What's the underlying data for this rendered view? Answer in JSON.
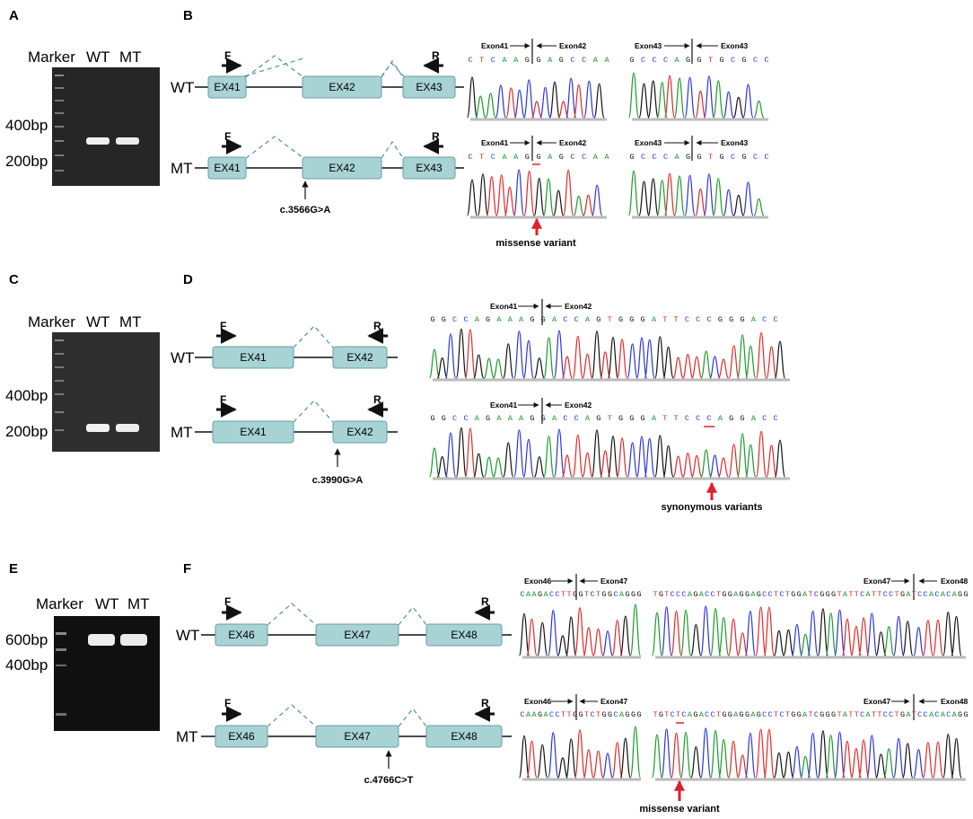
{
  "panels": {
    "A": {
      "label": "A",
      "gel_header": {
        "marker": "Marker",
        "wt": "WT",
        "mt": "MT"
      },
      "ladder_labels": {
        "upper": "400bp",
        "lower": "200bp"
      }
    },
    "B": {
      "label": "B",
      "rows": [
        "WT",
        "MT"
      ],
      "primers": {
        "forward": "F",
        "reverse": "R"
      },
      "exons": [
        "EX41",
        "EX42",
        "EX43"
      ],
      "mutation": "c.3566G>A",
      "junctions": {
        "left": {
          "a": "Exon41",
          "b": "Exon42"
        },
        "right": {
          "a": "Exon43",
          "b": "Exon43"
        }
      },
      "sequences": {
        "left": "CTCAAGGAGCCAA",
        "right": "GCCCAGGTGCGCC"
      },
      "variant_label": "missense variant"
    },
    "C": {
      "label": "C",
      "gel_header": {
        "marker": "Marker",
        "wt": "WT",
        "mt": "MT"
      },
      "ladder_labels": {
        "upper": "400bp",
        "lower": "200bp"
      }
    },
    "D": {
      "label": "D",
      "rows": [
        "WT",
        "MT"
      ],
      "primers": {
        "forward": "F",
        "reverse": "R"
      },
      "exons": [
        "EX41",
        "EX42"
      ],
      "mutation": "c.3990G>A",
      "junctions": {
        "a": "Exon41",
        "b": "Exon42"
      },
      "sequences": {
        "wt": "GGCCAGAAAGGACCAGTGGGATTCCCGGGACC",
        "mt": "GGCCAGAAAGGACCAGTGGGATTCCCAGGACC"
      },
      "variant_label": "synonymous variants"
    },
    "E": {
      "label": "E",
      "gel_header": {
        "marker": "Marker",
        "wt": "WT",
        "mt": "MT"
      },
      "ladder_labels": {
        "upper": "600bp",
        "lower": "400bp"
      }
    },
    "F": {
      "label": "F",
      "rows": [
        "WT",
        "MT"
      ],
      "primers": {
        "forward": "F",
        "reverse": "R"
      },
      "exons": [
        "EX46",
        "EX47",
        "EX48"
      ],
      "mutation": "c.4766C>T",
      "junctions": {
        "left": {
          "a": "Exon46",
          "b": "Exon47"
        },
        "right": {
          "a": "Exon47",
          "b": "Exon48"
        }
      },
      "sequences": {
        "left": "CAAGACCTTGGTCTGGCAGGG",
        "right_wt": "TGTCCCAGACCTGGAGGAGCCTCTGGATCGGGTATTCATTCCTGATCCACACAGG",
        "right_mt": "TGTCTCAGACCTGGAGGAGCCTCTGGATCGGGTATTCATTCCTGATCCACACAGG"
      },
      "variant_label": "missense variant"
    }
  },
  "colors": {
    "exon_fill": "#a8d3d5",
    "exon_stroke": "#6a9ea2",
    "intron_dash": "#5f9a9e",
    "variant_arrow": "#e0202a",
    "trace_a": "#1b9a2a",
    "trace_c": "#2a34d8",
    "trace_g": "#111111",
    "trace_t": "#e02828"
  }
}
